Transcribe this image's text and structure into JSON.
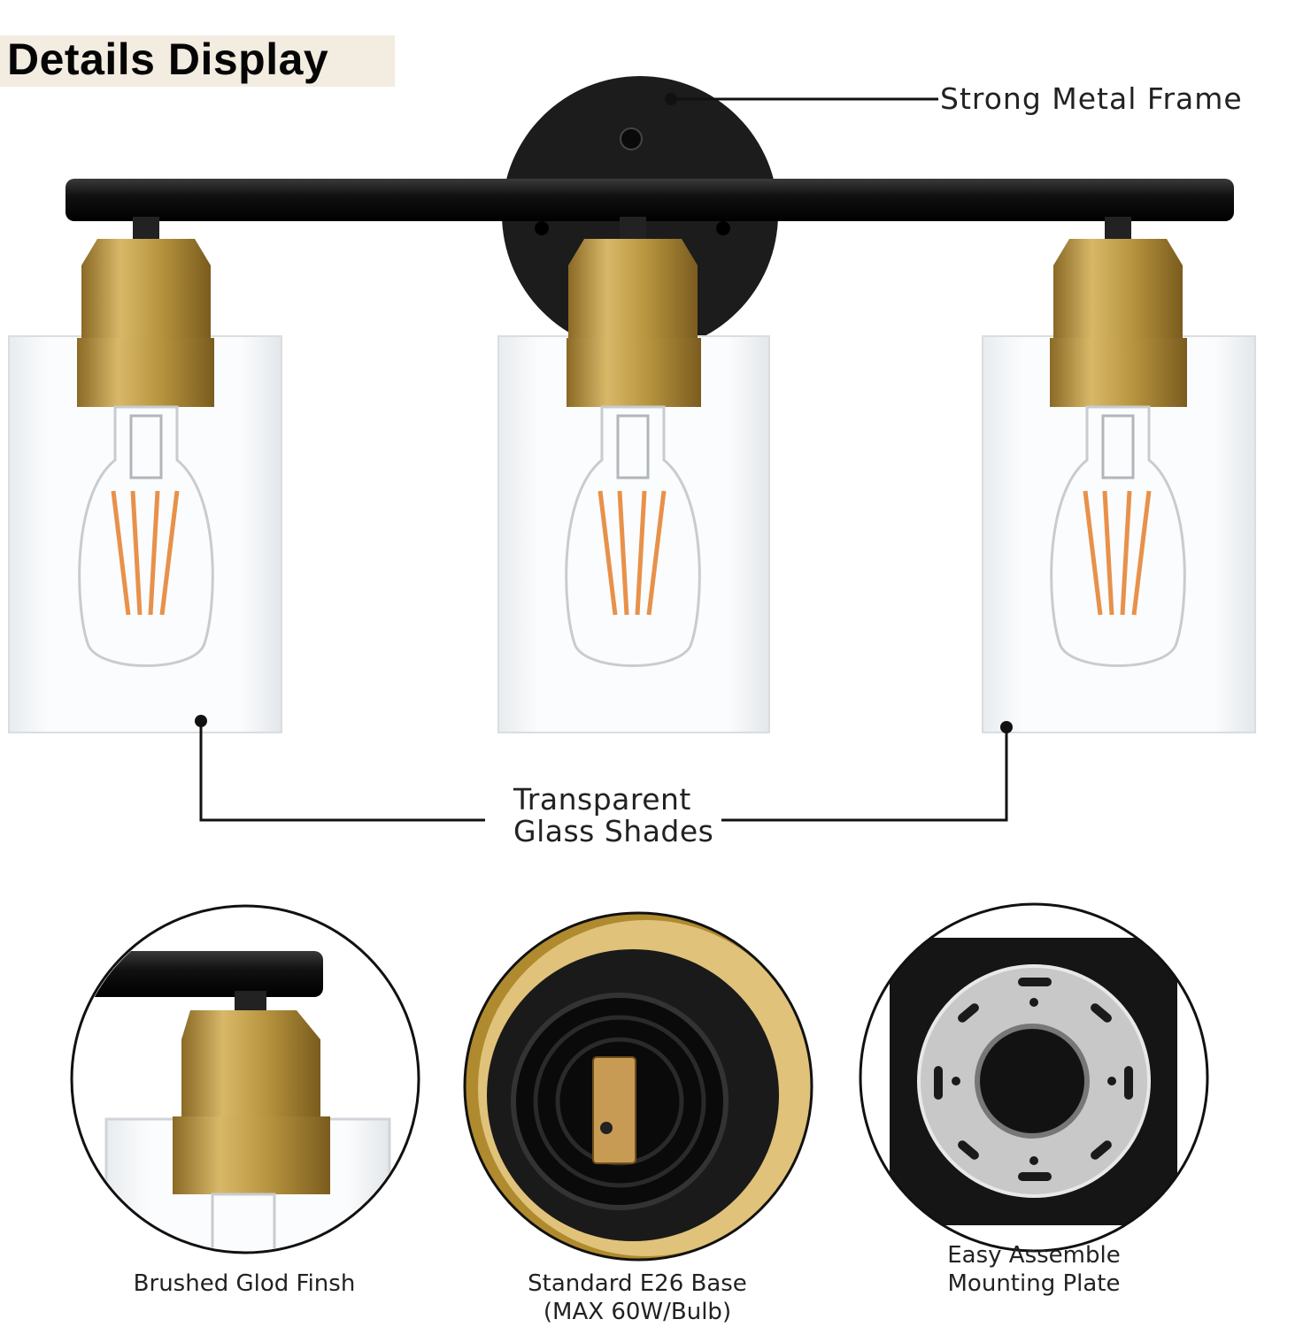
{
  "title": "Details Display",
  "callouts": {
    "frame": "Strong Metal Frame",
    "glass_line1": "Transparent",
    "glass_line2": "Glass Shades"
  },
  "details": [
    {
      "lines": [
        "Brushed Glod Finsh"
      ]
    },
    {
      "lines": [
        "Standard E26 Base",
        "(MAX 60W/Bulb)"
      ]
    },
    {
      "lines": [
        "Easy Assemble",
        "Mounting Plate"
      ]
    }
  ],
  "colors": {
    "black_metal": "#1a1a1a",
    "brass": "#b8953f",
    "filament": "#e8914a",
    "glass_edge": "#d9dde0"
  }
}
